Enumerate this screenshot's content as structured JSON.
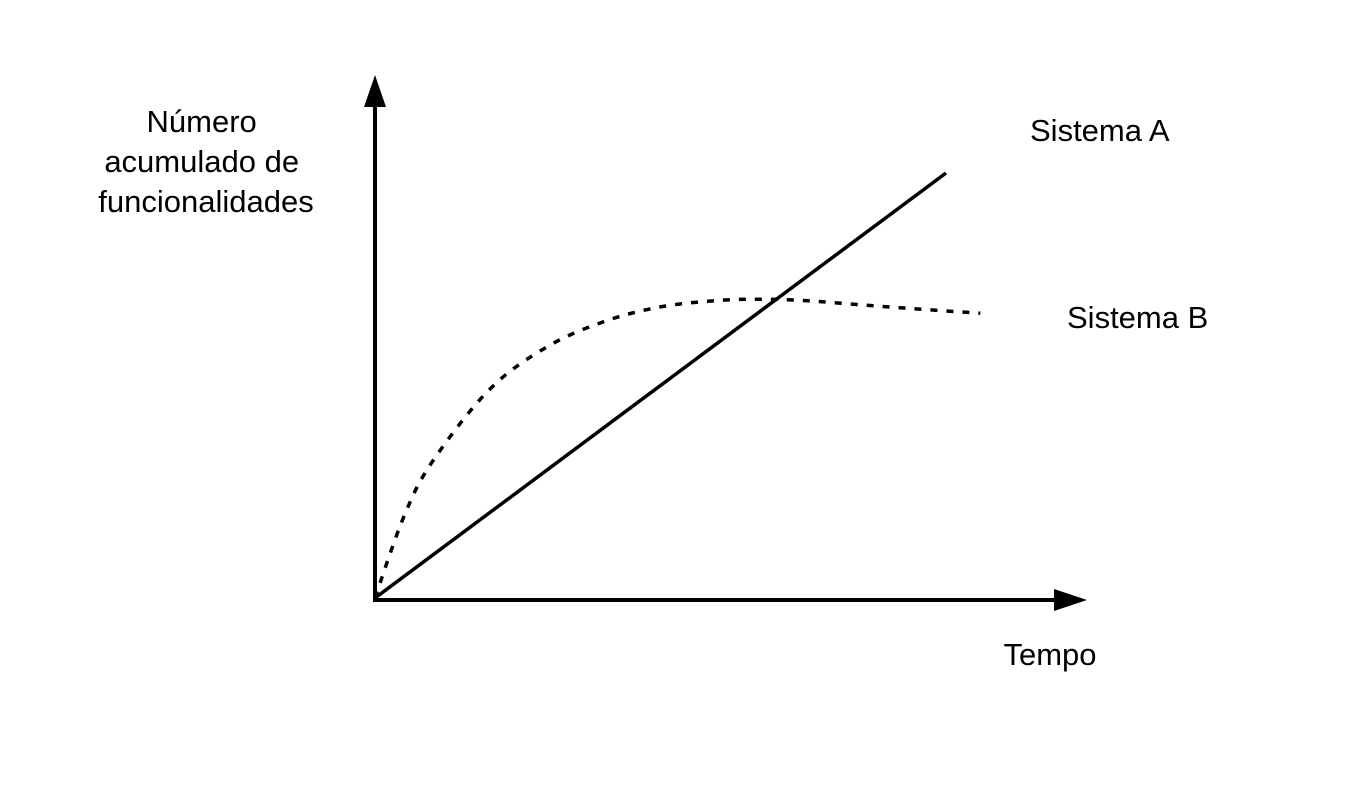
{
  "chart_data": {
    "type": "line",
    "title": "",
    "xlabel": "Tempo",
    "ylabel_lines": [
      "Número",
      "acumulado de",
      "funcionalidades"
    ],
    "axis_ticks": "none",
    "grid": false,
    "series": [
      {
        "name": "Sistema A",
        "style": "solid",
        "x": [
          0,
          1
        ],
        "y": [
          0,
          1
        ]
      },
      {
        "name": "Sistema B",
        "style": "dotted",
        "x": [
          0,
          0.05,
          0.1,
          0.2,
          0.3,
          0.4,
          0.5,
          0.6,
          0.675,
          0.75,
          0.85,
          0.95,
          1.06
        ],
        "y": [
          0,
          0.19,
          0.32,
          0.49,
          0.59,
          0.65,
          0.685,
          0.7,
          0.703,
          0.7,
          0.69,
          0.68,
          0.67
        ]
      }
    ],
    "xlim": [
      0,
      1.12
    ],
    "ylim": [
      0,
      1.18
    ]
  }
}
